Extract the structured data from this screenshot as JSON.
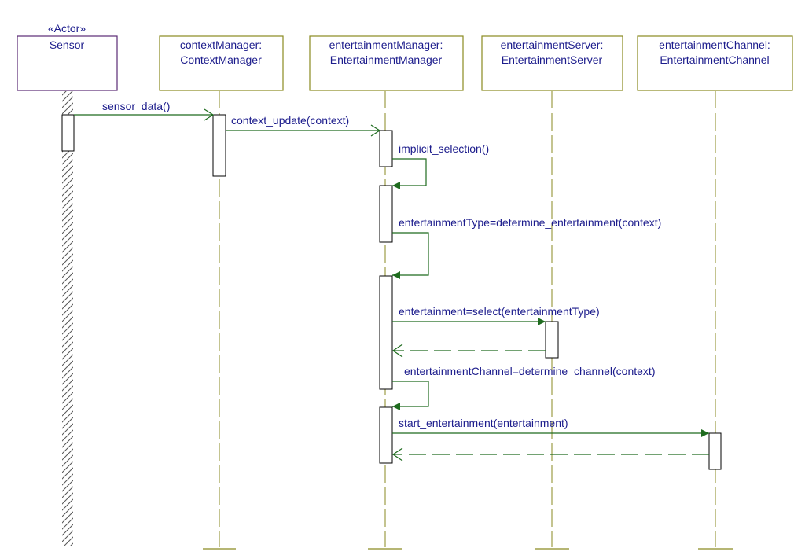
{
  "colors": {
    "actor_border": "#5b2a74",
    "object_border": "#8a8a20",
    "lifeline": "#8a8a20",
    "message": "#1f6b1f",
    "text": "#1c1c8c",
    "hatch": "#555555"
  },
  "participants": [
    {
      "stereotype": "«Actor»",
      "line1": "Sensor",
      "line2": ""
    },
    {
      "stereotype": "",
      "line1": "contextManager:",
      "line2": "ContextManager"
    },
    {
      "stereotype": "",
      "line1": "entertainmentManager:",
      "line2": "EntertainmentManager"
    },
    {
      "stereotype": "",
      "line1": "entertainmentServer:",
      "line2": "EntertainmentServer"
    },
    {
      "stereotype": "",
      "line1": "entertainmentChannel:",
      "line2": "EntertainmentChannel"
    }
  ],
  "messages": [
    {
      "label": "sensor_data()",
      "from": 0,
      "to": 1,
      "kind": "call"
    },
    {
      "label": "context_update(context)",
      "from": 1,
      "to": 2,
      "kind": "call"
    },
    {
      "label": "implicit_selection()",
      "from": 2,
      "to": 2,
      "kind": "self"
    },
    {
      "label": "entertainmentType=determine_entertainment(context)",
      "from": 2,
      "to": 2,
      "kind": "self"
    },
    {
      "label": "entertainment=select(entertainmentType)",
      "from": 2,
      "to": 3,
      "kind": "call"
    },
    {
      "label": "",
      "from": 3,
      "to": 2,
      "kind": "return"
    },
    {
      "label": "entertainmentChannel=determine_channel(context)",
      "from": 2,
      "to": 2,
      "kind": "self"
    },
    {
      "label": "start_entertainment(entertainment)",
      "from": 2,
      "to": 4,
      "kind": "call"
    },
    {
      "label": "",
      "from": 4,
      "to": 2,
      "kind": "return"
    }
  ]
}
